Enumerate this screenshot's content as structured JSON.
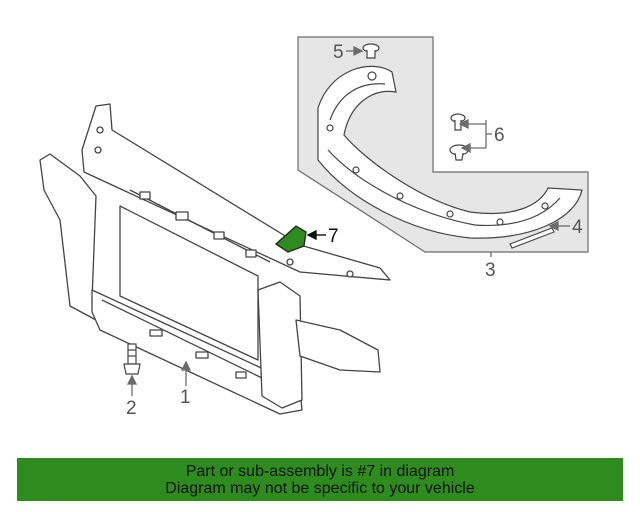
{
  "callouts": {
    "c1": "1",
    "c2": "2",
    "c3": "3",
    "c4": "4",
    "c5": "5",
    "c6": "6",
    "c7": "7"
  },
  "banner": {
    "line1": "Part or sub-assembly is #7 in diagram",
    "line2": "Diagram may not be specific to your vehicle"
  },
  "colors": {
    "highlight": "#2e8b1e",
    "line": "#6b6b6b",
    "inset_bg": "#e6e6e6"
  }
}
